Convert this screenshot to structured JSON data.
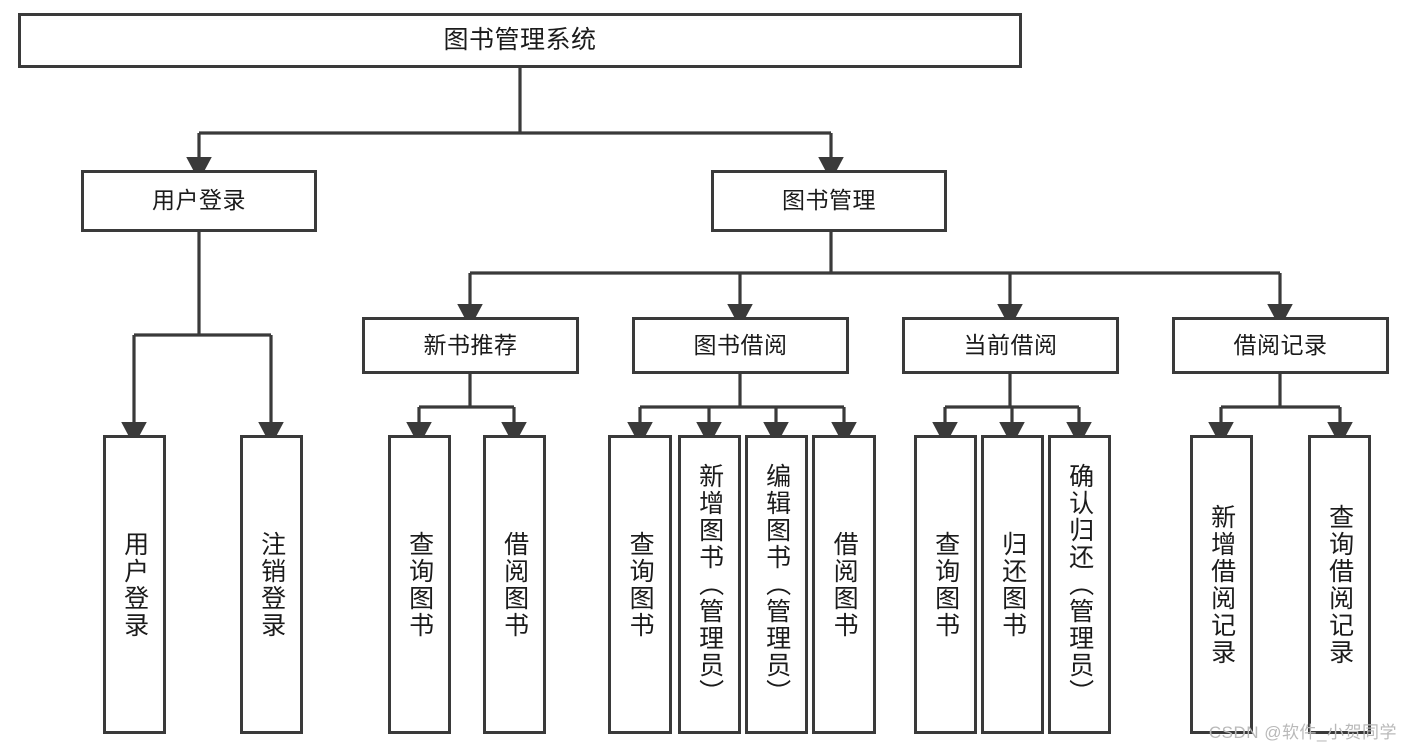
{
  "diagram": {
    "title": "图书管理系统",
    "type": "tree",
    "watermark": "CSDN @软件_小贺同学",
    "colors": {
      "stroke": "#3a3a3a",
      "fill": "#ffffff",
      "text": "#1b1b1b",
      "watermark": "#b9b9b9"
    },
    "nodes": {
      "root": {
        "label": "图书管理系统"
      },
      "level2": [
        {
          "label": "用户登录"
        },
        {
          "label": "图书管理"
        }
      ],
      "level3": [
        {
          "label": "新书推荐"
        },
        {
          "label": "图书借阅"
        },
        {
          "label": "当前借阅"
        },
        {
          "label": "借阅记录"
        }
      ],
      "leaves_user_login": [
        {
          "label": "用户登录"
        },
        {
          "label": "注销登录"
        }
      ],
      "leaves_new_book": [
        {
          "label": "查询图书"
        },
        {
          "label": "借阅图书"
        }
      ],
      "leaves_borrow": [
        {
          "label": "查询图书"
        },
        {
          "label": "新增图书（管理员）"
        },
        {
          "label": "编辑图书（管理员）"
        },
        {
          "label": "借阅图书"
        }
      ],
      "leaves_current": [
        {
          "label": "查询图书"
        },
        {
          "label": "归还图书"
        },
        {
          "label": "确认归还（管理员）"
        }
      ],
      "leaves_record": [
        {
          "label": "新增借阅记录"
        },
        {
          "label": "查询借阅记录"
        }
      ]
    }
  }
}
